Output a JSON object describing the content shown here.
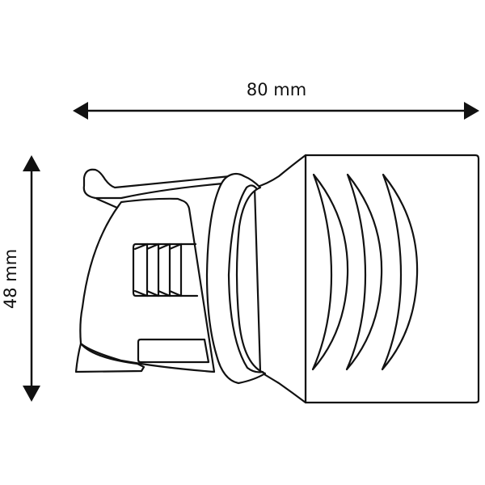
{
  "dimensions": {
    "width_label": "80 mm",
    "height_label": "48 mm"
  },
  "colors": {
    "line": "#111111",
    "background": "#ffffff"
  },
  "object": {
    "description": "connector plug side view line drawing",
    "grip_ridges": 3,
    "vent_slots": 4
  }
}
